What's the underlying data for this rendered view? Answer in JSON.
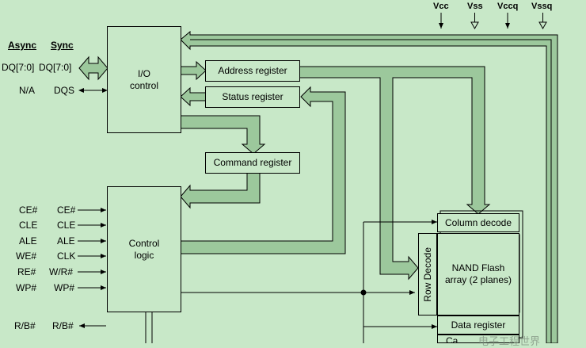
{
  "headers": {
    "async": "Async",
    "sync": "Sync"
  },
  "pins_left": [
    {
      "async": "DQ[7:0]",
      "sync": "DQ[7:0]"
    },
    {
      "async": "N/A",
      "sync": "DQS"
    },
    {
      "async": "CE#",
      "sync": "CE#"
    },
    {
      "async": "CLE",
      "sync": "CLE"
    },
    {
      "async": "ALE",
      "sync": "ALE"
    },
    {
      "async": "WE#",
      "sync": "CLK"
    },
    {
      "async": "RE#",
      "sync": "W/R#"
    },
    {
      "async": "WP#",
      "sync": "WP#"
    },
    {
      "async": "R/B#",
      "sync": "R/B#"
    }
  ],
  "power_pins": [
    "Vcc",
    "Vss",
    "Vccq",
    "Vssq"
  ],
  "blocks": {
    "io_control": "I/O\ncontrol",
    "address_register": "Address register",
    "status_register": "Status register",
    "command_register": "Command register",
    "control_logic": "Control\nlogic",
    "column_decode": "Column decode",
    "row_decode": "Row Decode",
    "nand_array": "NAND Flash\narray (2 planes)",
    "data_register": "Data register",
    "cache_register_partial": "Ca"
  },
  "watermark": "电子工程世界",
  "colors": {
    "background": "#c8e8c8",
    "bus_fill": "#9cc89c",
    "line": "#000000"
  }
}
